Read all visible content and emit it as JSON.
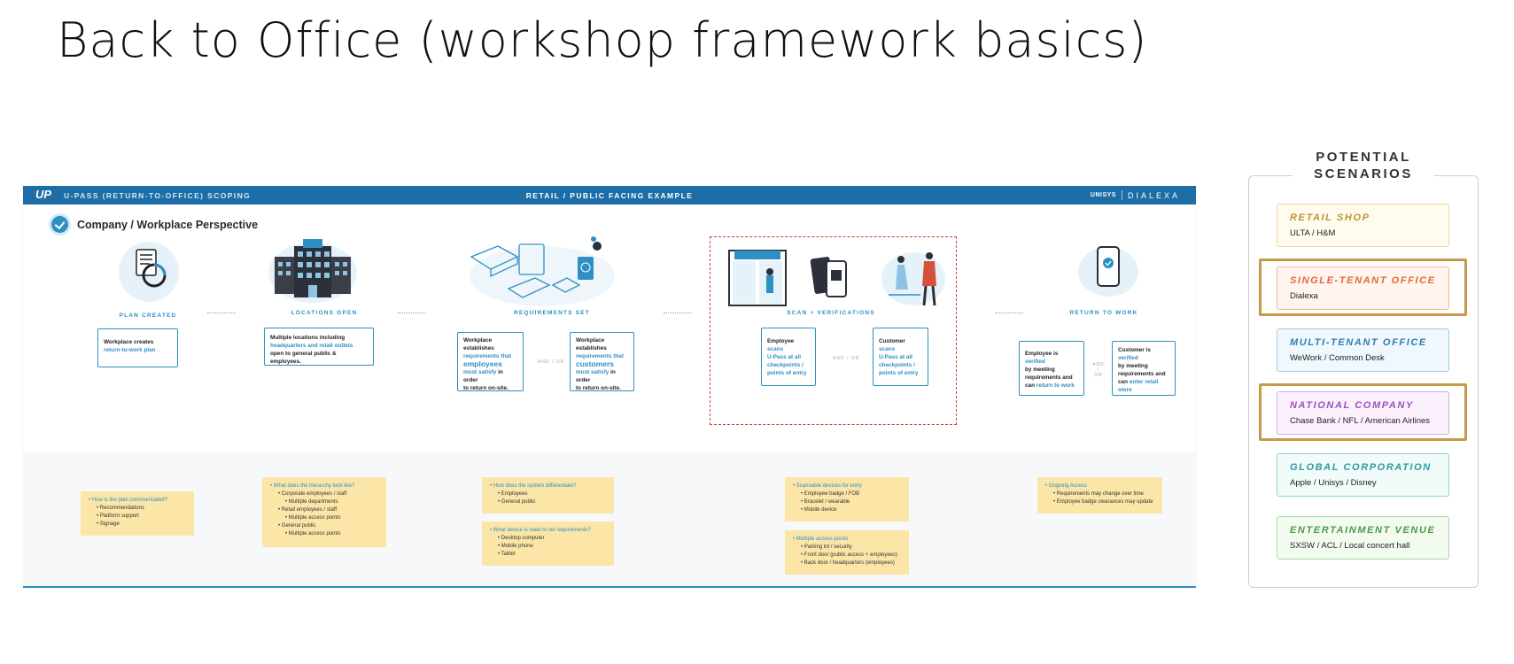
{
  "page_title": "Back to Office (workshop framework basics)",
  "slide": {
    "header_left": "U-PASS (RETURN-TO-OFFICE) SCOPING",
    "header_center": "RETAIL / PUBLIC FACING EXAMPLE",
    "logo_mark": "UP",
    "brand_a": "UNISYS",
    "brand_b": "DIALEXA",
    "perspective": "Company / Workplace Perspective",
    "stages": [
      {
        "label": "PLAN CREATED"
      },
      {
        "label": "LOCATIONS OPEN"
      },
      {
        "label": "REQUIREMENTS SET"
      },
      {
        "label": "SCAN + VERIFICATIONS"
      },
      {
        "label": "RETURN TO WORK"
      }
    ],
    "and_or": "AND / OR",
    "boxes": {
      "plan": {
        "a": "Workplace creates",
        "b": "return-to-work plan"
      },
      "locations": {
        "a": "Multiple locations including",
        "b": "headquarters and retail outlets",
        "c": "open to general public & employees."
      },
      "req1": {
        "a": "Workplace",
        "b": "establishes",
        "c": "requirements that",
        "d": "employees",
        "e": "must satisfy",
        "f": "in order",
        "g": "to return on-site."
      },
      "req2": {
        "a": "Workplace",
        "b": "establishes",
        "c": "requirements that",
        "d": "customers",
        "e": "must satisfy",
        "f": "in order",
        "g": "to return on-site."
      },
      "scan1": {
        "a": "Employee",
        "b": "scans",
        "c": "U-Pass at all",
        "d": "checkpoints /",
        "e": "points of entry"
      },
      "scan2": {
        "a": "Customer",
        "b": "scans",
        "c": "U-Pass at all",
        "d": "checkpoints /",
        "e": "points of entry"
      },
      "ret1": {
        "a": "Employee is",
        "b": "verified",
        "c": "by meeting",
        "d": "requirements and",
        "e": "can",
        "f": "return to work"
      },
      "ret2": {
        "a": "Customer is",
        "b": "verified",
        "c": "by meeting",
        "d": "requirements and",
        "e": "can",
        "f": "enter retail",
        "g": "store"
      }
    },
    "notes": {
      "n1": {
        "q": "How is the plan communicated?",
        "items": [
          "Recommendations",
          "Platform support",
          "Signage"
        ]
      },
      "n2": {
        "q": "What does the hierarchy look like?",
        "i1": "Corporate employees / staff",
        "i1a": "Multiple departments",
        "i2": "Retail employees / staff",
        "i2a": "Multiple access points",
        "i3": "General public",
        "i3a": "Multiple access points"
      },
      "n3": {
        "q": "How does the system differentiate?",
        "items": [
          "Employees",
          "General public"
        ]
      },
      "n4": {
        "q": "What device is used to set requirements?",
        "items": [
          "Desktop computer",
          "Mobile phone",
          "Tablet"
        ]
      },
      "n5": {
        "q": "Scannable devices for entry",
        "items": [
          "Employee badge / FOB",
          "Bracelet / wearable",
          "Mobile device"
        ]
      },
      "n6": {
        "q": "Multiple access points",
        "items": [
          "Parking lot / security",
          "Front door (public access + employees)",
          "Back door / headquarters (employees)"
        ]
      },
      "n7": {
        "q": "Ongoing Access",
        "items": [
          "Requirements may change over time",
          "Employee badge clearances may update"
        ]
      }
    }
  },
  "scenarios": {
    "title_line1": "POTENTIAL",
    "title_line2": "SCENARIOS",
    "cards": [
      {
        "name": "RETAIL SHOP",
        "sub": "ULTA / H&M",
        "color": "#b7972f",
        "border": "#ecd99a",
        "bg": "#fffbee",
        "highlighted": false
      },
      {
        "name": "SINGLE-TENANT OFFICE",
        "sub": "Dialexa",
        "color": "#e0683c",
        "border": "#f1b49a",
        "bg": "#fff4ee",
        "highlighted": true
      },
      {
        "name": "MULTI-TENANT OFFICE",
        "sub": "WeWork / Common Desk",
        "color": "#2c7fb3",
        "border": "#9fcbe6",
        "bg": "#f0f8fd",
        "highlighted": false
      },
      {
        "name": "NATIONAL COMPANY",
        "sub": "Chase Bank / NFL / American Airlines",
        "color": "#a14fb8",
        "border": "#d9a9e4",
        "bg": "#fbf1fd",
        "highlighted": true
      },
      {
        "name": "GLOBAL CORPORATION",
        "sub": "Apple / Unisys / Disney",
        "color": "#2e9b9b",
        "border": "#93d3d1",
        "bg": "#f0fbfa",
        "highlighted": false
      },
      {
        "name": "ENTERTAINMENT VENUE",
        "sub": "SXSW / ACL / Local concert hall",
        "color": "#4e9a49",
        "border": "#a9d8a3",
        "bg": "#f3fbf1",
        "highlighted": false
      }
    ]
  },
  "colors": {
    "accent": "#2e8fc4",
    "header_bg": "#1d6ea6",
    "note_bg": "#fbe6a8",
    "highlight_frame": "#c79a49",
    "focus_dash": "#e0342f"
  }
}
